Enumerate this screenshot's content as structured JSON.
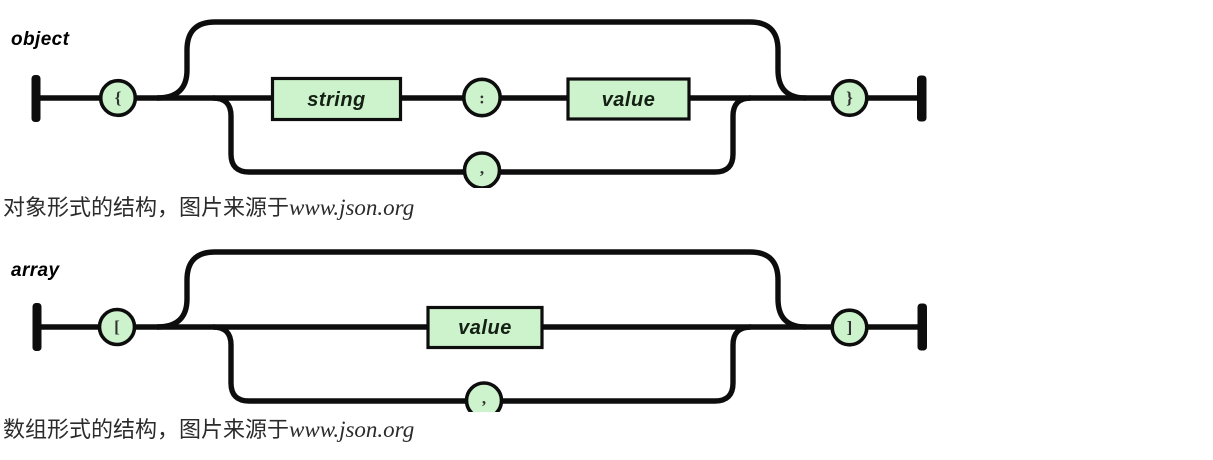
{
  "colors": {
    "background": "#ffffff",
    "track": "#0d0d0d",
    "node_fill": "#cdf3cc",
    "node_stroke": "#0d0d0d",
    "node_text": "#142014",
    "symbol_text": "#333333",
    "label_text": "#000000",
    "caption_text": "#2b2b2b"
  },
  "object_diagram": {
    "label": "object",
    "nodes": {
      "open_brace": "{",
      "string": "string",
      "colon": ":",
      "value": "value",
      "comma": ",",
      "close_brace": "}"
    },
    "caption_text": "对象形式的结构，图片来源于",
    "caption_source": "www.json.org"
  },
  "array_diagram": {
    "label": "array",
    "nodes": {
      "open_bracket": "[",
      "value": "value",
      "comma": ",",
      "close_bracket": "]"
    },
    "caption_text": "数组形式的结构，图片来源于",
    "caption_source": "www.json.org"
  }
}
